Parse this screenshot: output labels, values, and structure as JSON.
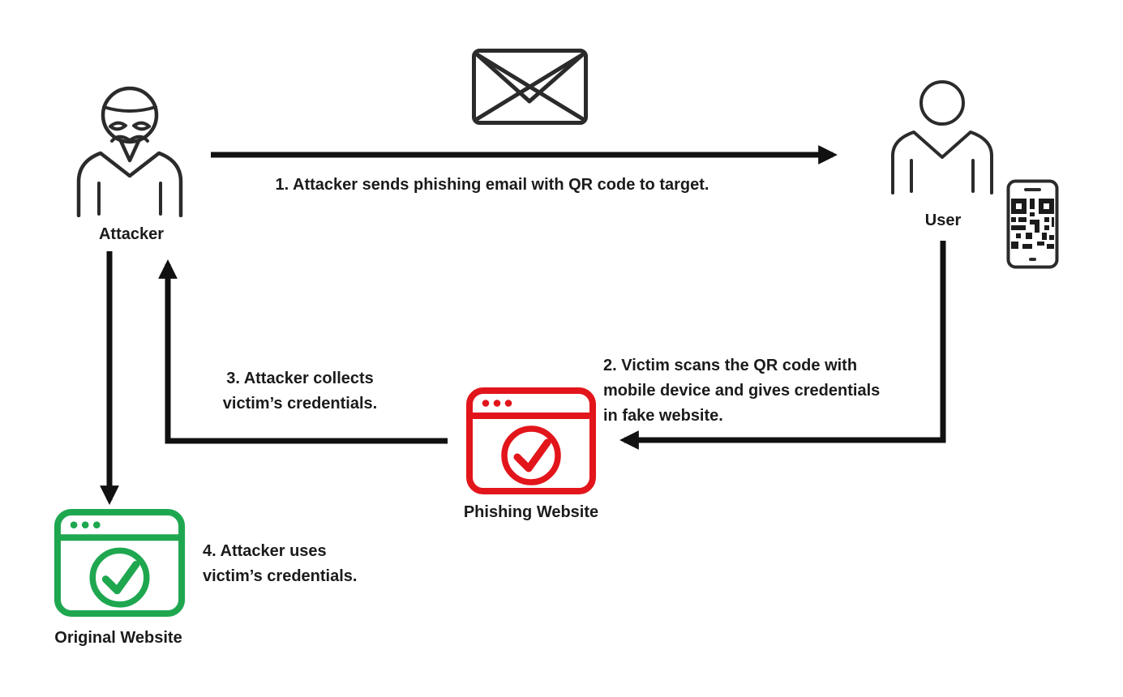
{
  "diagram": {
    "type": "attack-flow",
    "topic": "QR code phishing (quishing) attack flow"
  },
  "nodes": {
    "attacker": {
      "label": "Attacker",
      "icon": "masked-attacker-icon"
    },
    "user": {
      "label": "User",
      "icon": "person-icon"
    },
    "email": {
      "icon": "envelope-icon"
    },
    "qr_phone": {
      "icon": "qr-code-phone-icon"
    },
    "phishing_website": {
      "label": "Phishing Website",
      "icon": "browser-check-icon"
    },
    "original_website": {
      "label": "Original Website",
      "icon": "browser-check-icon"
    }
  },
  "steps": {
    "step1": "1. Attacker sends phishing email with QR code to target.",
    "step2": "2. Victim scans the QR code with\nmobile device and gives credentials\nin fake website.",
    "step3": "3. Attacker collects\nvictim’s credentials.",
    "step4": "4. Attacker uses\nvictim’s credentials."
  },
  "edges": [
    {
      "from": "attacker",
      "to": "user",
      "step": 1
    },
    {
      "from": "user",
      "to": "phishing_website",
      "step": 2
    },
    {
      "from": "phishing_website",
      "to": "attacker",
      "step": 3
    },
    {
      "from": "attacker",
      "to": "original_website",
      "step": 4
    }
  ],
  "colors": {
    "line": "#111111",
    "text": "#1b1b1b",
    "stroke": "#2b2b2b",
    "red": "#e2151b",
    "green": "#1fa750",
    "bg": "#ffffff"
  }
}
